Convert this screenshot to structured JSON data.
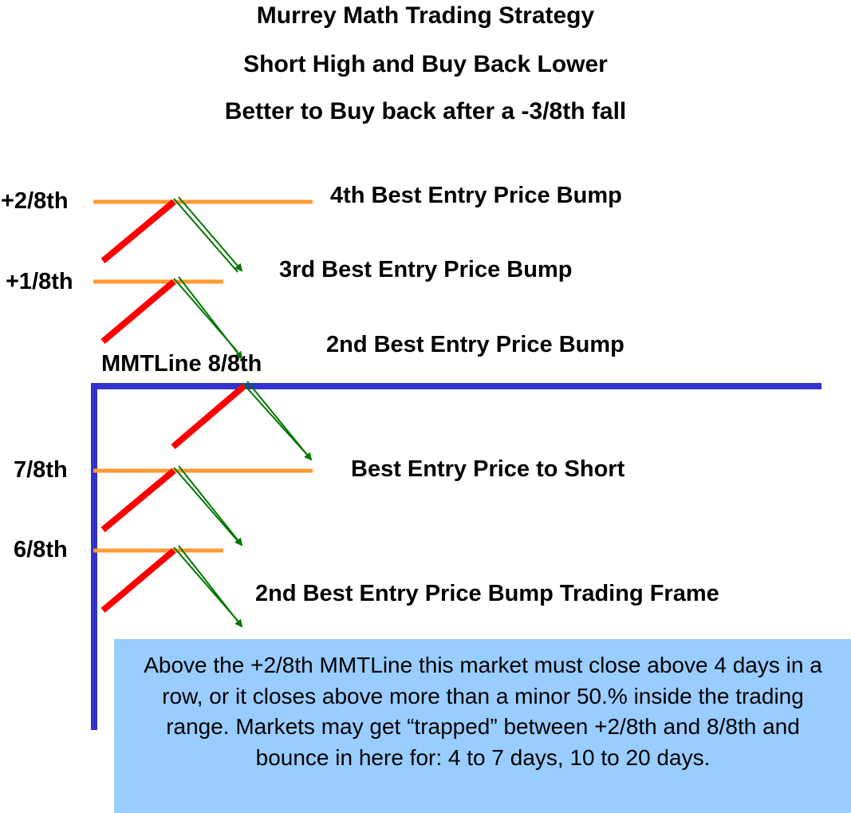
{
  "titles": {
    "line1": "Murrey Math Trading Strategy",
    "line2": "Short High and Buy Back Lower",
    "line3": "Better to Buy back after a -3/8th fall"
  },
  "levels": {
    "plus2": "+2/8th",
    "plus1": "+1/8th",
    "mmt88": "MMTLine 8/8th",
    "l78": "7/8th",
    "l68": "6/8th"
  },
  "annotations": {
    "a4th": "4th Best Entry Price Bump",
    "a3rd": "3rd Best Entry Price Bump",
    "a2nd": "2nd Best Entry Price Bump",
    "abest": "Best Entry Price to Short",
    "aframe": "2nd Best Entry Price Bump Trading Frame"
  },
  "note": {
    "text": "Above the +2/8th MMTLine this market must close above 4 days in a row, or it closes above more than a minor 50.% inside the trading range. Markets may get “trapped” between +2/8th and 8/8th and bounce in here for: 4 to 7 days, 10 to 20 days."
  },
  "colors": {
    "level_line": "#ff9933",
    "frame_line": "#3333cc",
    "rise_line": "#ff0000",
    "fall_arrow": "#007700",
    "note_bg": "#99ccff"
  }
}
